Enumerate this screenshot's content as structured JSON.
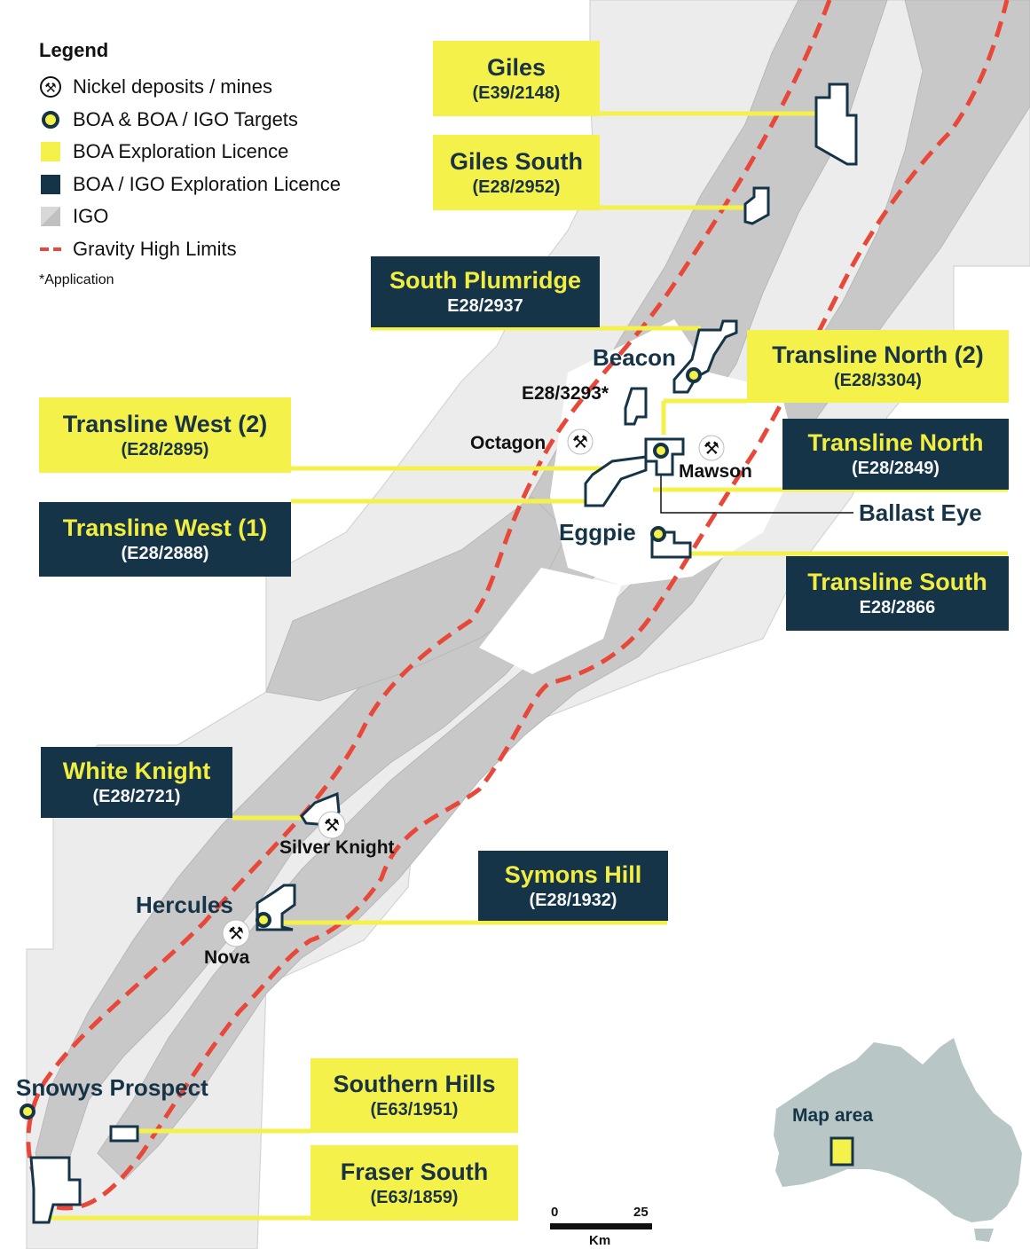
{
  "legend": {
    "title": "Legend",
    "items": [
      {
        "label": "Nickel deposits / mines",
        "icon": "mine-icon"
      },
      {
        "label": "BOA & BOA / IGO Targets",
        "icon": "target-icon"
      },
      {
        "label": "BOA Exploration Licence",
        "icon": "yellow-square-icon"
      },
      {
        "label": "BOA / IGO Exploration Licence",
        "icon": "navy-square-icon"
      },
      {
        "label": "IGO",
        "icon": "grey-square-icon"
      },
      {
        "label": "Gravity High Limits",
        "icon": "red-dashed-line-icon"
      }
    ],
    "note": "*Application"
  },
  "licences": [
    {
      "name": "Giles",
      "code": "(E39/2148)",
      "style": "yellow"
    },
    {
      "name": "Giles South",
      "code": "(E28/2952)",
      "style": "yellow"
    },
    {
      "name": "South Plumridge",
      "code": "E28/2937",
      "style": "dark"
    },
    {
      "name": "Transline North (2)",
      "code": "(E28/3304)",
      "style": "yellow"
    },
    {
      "name": "Transline West (2)",
      "code": "(E28/2895)",
      "style": "yellow"
    },
    {
      "name": "Transline North",
      "code": "(E28/2849)",
      "style": "dark"
    },
    {
      "name": "Transline West (1)",
      "code": "(E28/2888)",
      "style": "dark"
    },
    {
      "name": "Transline South",
      "code": "E28/2866",
      "style": "dark"
    },
    {
      "name": "White Knight",
      "code": "(E28/2721)",
      "style": "dark"
    },
    {
      "name": "Symons Hill",
      "code": "(E28/1932)",
      "style": "dark"
    },
    {
      "name": "Southern Hills",
      "code": "(E63/1951)",
      "style": "yellow"
    },
    {
      "name": "Fraser South",
      "code": "(E63/1859)",
      "style": "yellow"
    }
  ],
  "places": {
    "beacon": "Beacon",
    "e283293": "E28/3293*",
    "octagon": "Octagon",
    "mawson": "Mawson",
    "ballast_eye": "Ballast Eye",
    "eggpie": "Eggpie",
    "silver_knight": "Silver Knight",
    "hercules": "Hercules",
    "nova": "Nova",
    "snowys": "Snowys Prospect"
  },
  "inset": {
    "label": "Map area"
  },
  "scale": {
    "start": "0",
    "end": "25",
    "unit": "Km"
  },
  "colors": {
    "navy": "#163447",
    "yellow": "#f4f24a",
    "igo_grey": "#cfcfcf",
    "tenement_light": "#ececec",
    "gravity_red": "#e8483a",
    "australia": "#b9c6c6"
  }
}
